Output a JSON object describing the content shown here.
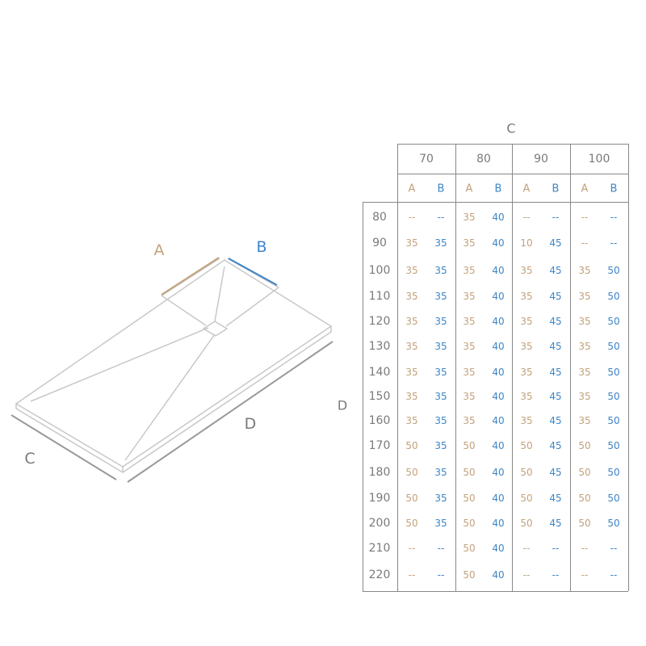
{
  "diagram": {
    "labels": {
      "a": "A",
      "b": "B",
      "c": "C",
      "d": "D"
    }
  },
  "table": {
    "title": "C",
    "side_label": "D",
    "columns": [
      "70",
      "80",
      "90",
      "100"
    ],
    "sub": [
      "A",
      "B"
    ],
    "colors": {
      "a": "#c2a27c",
      "b": "#3d85c6"
    },
    "rows": [
      {
        "d": "80",
        "v": [
          "--",
          "--",
          "35",
          "40",
          "--",
          "--",
          "--",
          "--"
        ]
      },
      {
        "d": "90",
        "v": [
          "35",
          "35",
          "35",
          "40",
          "10",
          "45",
          "--",
          "--"
        ]
      },
      {
        "d": "100",
        "v": [
          "35",
          "35",
          "35",
          "40",
          "35",
          "45",
          "35",
          "50"
        ]
      },
      {
        "d": "110",
        "v": [
          "35",
          "35",
          "35",
          "40",
          "35",
          "45",
          "35",
          "50"
        ]
      },
      {
        "d": "120",
        "v": [
          "35",
          "35",
          "35",
          "40",
          "35",
          "45",
          "35",
          "50"
        ]
      },
      {
        "d": "130",
        "v": [
          "35",
          "35",
          "35",
          "40",
          "35",
          "45",
          "35",
          "50"
        ]
      },
      {
        "d": "140",
        "v": [
          "35",
          "35",
          "35",
          "40",
          "35",
          "45",
          "35",
          "50"
        ]
      },
      {
        "d": "150",
        "v": [
          "35",
          "35",
          "35",
          "40",
          "35",
          "45",
          "35",
          "50"
        ]
      },
      {
        "d": "160",
        "v": [
          "35",
          "35",
          "35",
          "40",
          "35",
          "45",
          "35",
          "50"
        ]
      },
      {
        "d": "170",
        "v": [
          "50",
          "35",
          "50",
          "40",
          "50",
          "45",
          "50",
          "50"
        ]
      },
      {
        "d": "180",
        "v": [
          "50",
          "35",
          "50",
          "40",
          "50",
          "45",
          "50",
          "50"
        ]
      },
      {
        "d": "190",
        "v": [
          "50",
          "35",
          "50",
          "40",
          "50",
          "45",
          "50",
          "50"
        ]
      },
      {
        "d": "200",
        "v": [
          "50",
          "35",
          "50",
          "40",
          "50",
          "45",
          "50",
          "50"
        ]
      },
      {
        "d": "210",
        "v": [
          "--",
          "--",
          "50",
          "40",
          "--",
          "--",
          "--",
          "--"
        ]
      },
      {
        "d": "220",
        "v": [
          "--",
          "--",
          "50",
          "40",
          "--",
          "--",
          "--",
          "--"
        ]
      }
    ]
  }
}
